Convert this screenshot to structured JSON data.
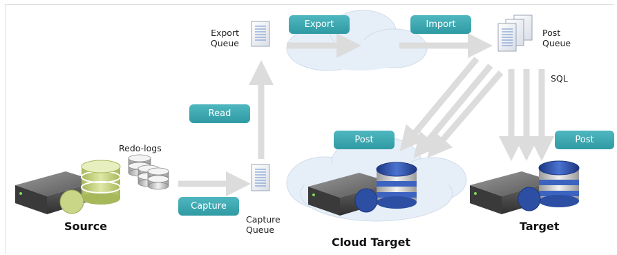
{
  "badges": {
    "export": "Export",
    "import": "Import",
    "read": "Read",
    "capture": "Capture",
    "post_cloud": "Post",
    "post_target": "Post"
  },
  "labels": {
    "export_queue": [
      "Export",
      "Queue"
    ],
    "post_queue": [
      "Post",
      "Queue"
    ],
    "capture_queue": [
      "Capture",
      "Queue"
    ],
    "redo_logs": "Redo-logs",
    "sql": "SQL",
    "source": "Source",
    "cloud_target": "Cloud Target",
    "target": "Target"
  },
  "colors": {
    "badge": "#2f9aa3",
    "arrow": "#dcdcdc",
    "db_source": "#c9d687",
    "db_target": "#2d4fa3",
    "cloud": "#dde9f5"
  }
}
